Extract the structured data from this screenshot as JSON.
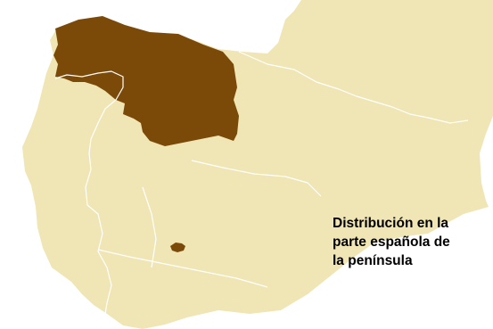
{
  "map": {
    "colors": {
      "land": "#f0e5b4",
      "distribution": "#7b4a08",
      "borders": "#ffffff"
    },
    "caption_lines": [
      "Distribución en la",
      "parte española de",
      "la península"
    ]
  }
}
